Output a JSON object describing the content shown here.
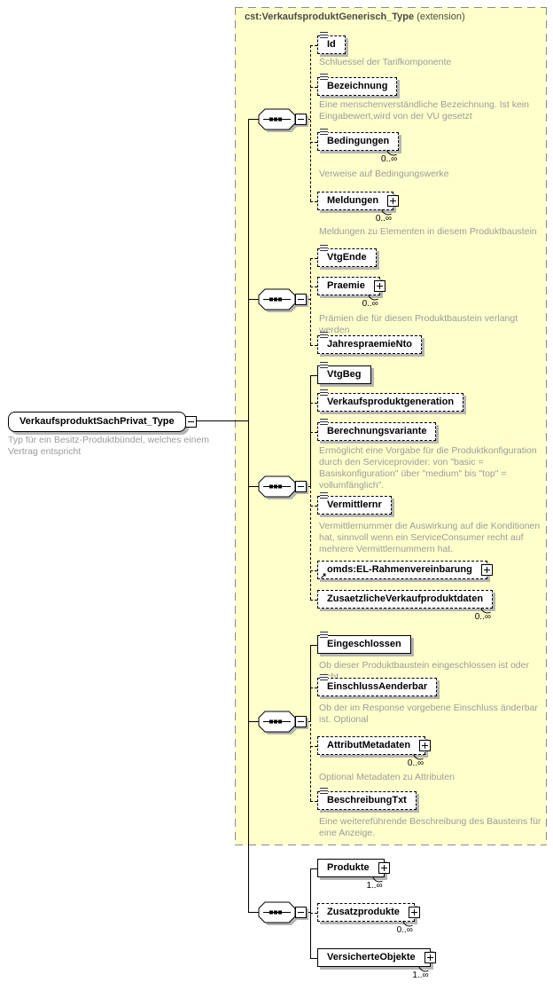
{
  "colors": {
    "extension_bg": "#ffffcb",
    "annotation_text": "#9c9c9c",
    "box_shadow": "#b5b5b5",
    "line": "#000000"
  },
  "extension_header": {
    "type_name": "cst:VerkaufsproduktGenerisch_Type",
    "qualifier": " (extension)"
  },
  "root": {
    "name": "VerkaufsproduktSachPrivat_Type",
    "annotation": "Typ für ein Besitz-Produktbündel, welches einem Vertrag entspricht"
  },
  "icons": {
    "ref_glyph": "↗"
  },
  "elements": {
    "id": {
      "label": "Id",
      "annotation": "Schluessel der Tarifkomponente"
    },
    "bezeichnung": {
      "label": "Bezeichnung",
      "annotation": "Eine menschenverständliche Bezeichnung. Ist kein Eingabewert,wird von der VU gesetzt"
    },
    "bedingungen": {
      "label": "Bedingungen",
      "occurrence": "0..∞",
      "annotation": "Verweise auf Bedingungswerke"
    },
    "meldungen": {
      "label": "Meldungen",
      "occurrence": "0..∞",
      "annotation": "Meldungen zu Elementen in diesem Produktbaustein"
    },
    "vtgende": {
      "label": "VtgEnde"
    },
    "praemie": {
      "label": "Praemie",
      "occurrence": "0..∞",
      "annotation": "Prämien die für diesen Produktbaustein verlangt werden"
    },
    "jahrespraemiento": {
      "label": "JahrespraemieNto"
    },
    "vtgbeg": {
      "label": "VtgBeg"
    },
    "verkaufsproduktgeneration": {
      "label": "Verkaufsproduktgeneration"
    },
    "berechnungsvariante": {
      "label": "Berechnungsvariante",
      "annotation": "Ermöglicht eine Vorgabe für die Produktkonfiguration durch den Serviceprovider: von \"basic = Basiskonfiguration\" über \"medium\" bis \"top\" = vollumfänglich\"."
    },
    "vermittlernr": {
      "label": "Vermittlernr",
      "annotation": "Vermittlernummer die Auswirkung auf die Konditionen hat, sinnvoll wenn ein ServiceConsumer recht auf mehrere Vermittlernummern hat."
    },
    "rahmenvereinbarung": {
      "label": "omds:EL-Rahmenvereinbarung"
    },
    "zusaetzlicheverkaufproduktdaten": {
      "label": "ZusaetzlicheVerkaufproduktdaten",
      "occurrence": "0..∞"
    },
    "eingeschlossen": {
      "label": "Eingeschlossen",
      "annotation": "Ob dieser Produktbaustein eingeschlossen ist oder nicht"
    },
    "einschlussaenderbar": {
      "label": "EinschlussAenderbar",
      "annotation": "Ob der im Response vorgebene Einschluss änderbar ist. Optional"
    },
    "attributmetadaten": {
      "label": "AttributMetadaten",
      "occurrence": "0..∞",
      "annotation": "Optional Metadaten zu Attributen"
    },
    "beschreibungtxt": {
      "label": "BeschreibungTxt",
      "annotation": "Eine weitereführende Beschreibung des Bausteins für eine Anzeige."
    },
    "produkte": {
      "label": "Produkte",
      "occurrence": "1..∞"
    },
    "zusatzprodukte": {
      "label": "Zusatzprodukte",
      "occurrence": "0..∞"
    },
    "versicherteobjekte": {
      "label": "VersicherteObjekte",
      "occurrence": "1..∞"
    }
  }
}
